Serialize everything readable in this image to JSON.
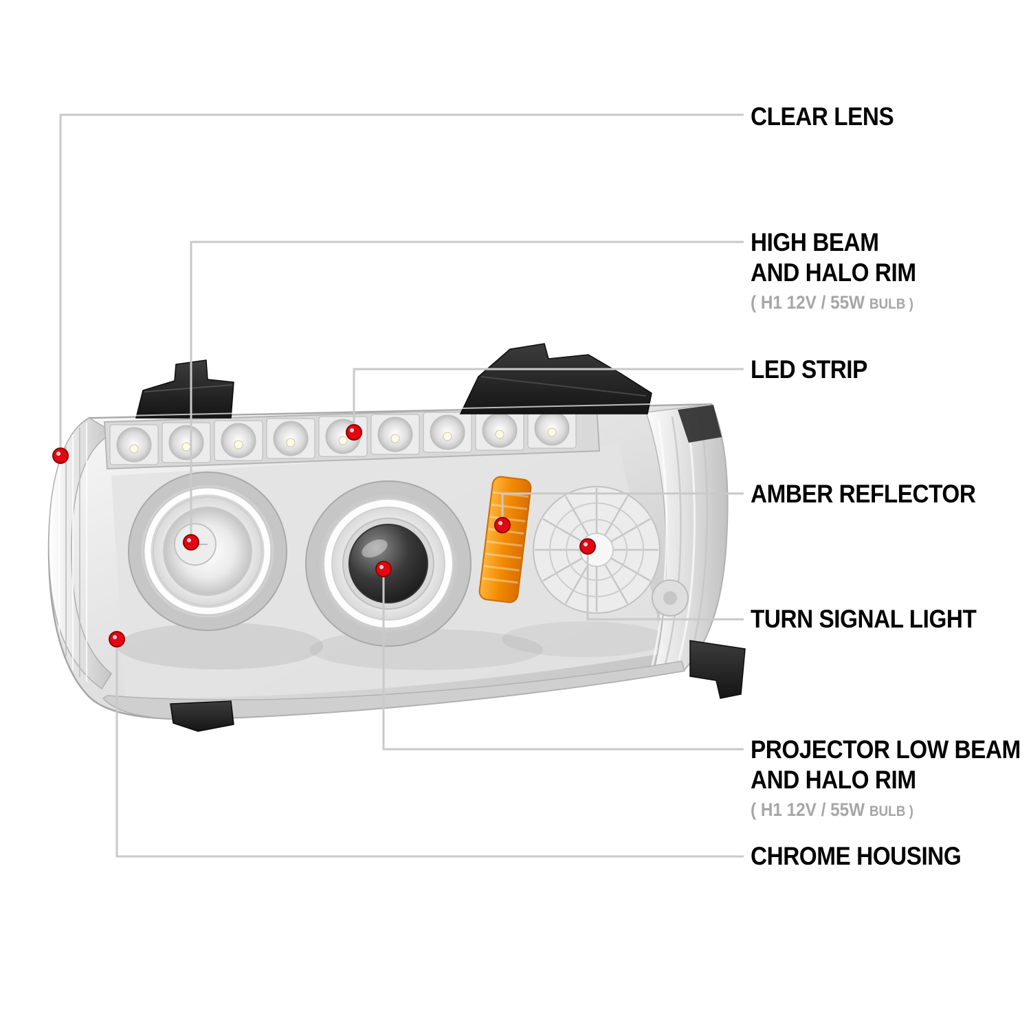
{
  "page": {
    "background": "#ffffff",
    "description": "Annotated product diagram of a chrome projector headlight with halo rims and LED strip"
  },
  "style": {
    "accent_red": "#e30613",
    "leader_gray": "#c9c9c9",
    "amber": "#f28a00",
    "title_black": "#000000",
    "sub_gray": "#a6a6a6"
  },
  "illustration": {
    "name": "chrome-projector-headlight",
    "parts": [
      "clear-lens",
      "led-strip",
      "high-beam-halo-rim",
      "projector-low-beam",
      "amber-reflector",
      "turn-signal-light",
      "chrome-housing",
      "mounting-brackets"
    ]
  },
  "callouts": [
    {
      "id": "clear-lens",
      "lines": [
        "CLEAR LENS"
      ]
    },
    {
      "id": "high-beam-halo-rim",
      "lines": [
        "HIGH BEAM",
        "AND HALO RIM"
      ],
      "sub_main": "( H1  12V / 55W ",
      "sub_small": "BULB )"
    },
    {
      "id": "led-strip",
      "lines": [
        "LED STRIP"
      ]
    },
    {
      "id": "amber-reflector",
      "lines": [
        "AMBER REFLECTOR"
      ]
    },
    {
      "id": "turn-signal-light",
      "lines": [
        "TURN SIGNAL LIGHT"
      ]
    },
    {
      "id": "projector-low-beam-halo-rim",
      "lines": [
        "PROJECTOR LOW BEAM",
        "AND HALO RIM"
      ],
      "sub_main": "( H1  12V / 55W ",
      "sub_small": "BULB )"
    },
    {
      "id": "chrome-housing",
      "lines": [
        "CHROME HOUSING"
      ]
    }
  ]
}
